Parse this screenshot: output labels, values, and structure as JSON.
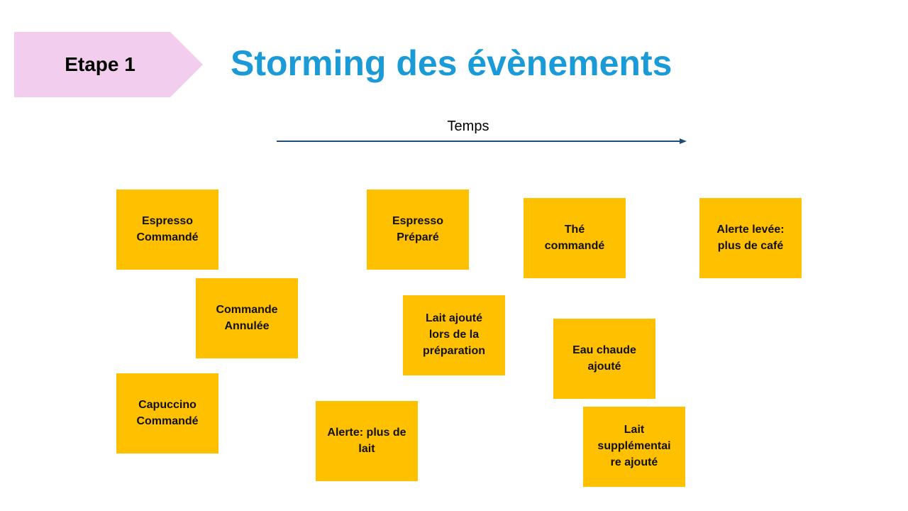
{
  "step": {
    "label": "Etape 1",
    "color": "#f2cdee"
  },
  "title": {
    "text": "Storming des évènements",
    "color": "#1a9ad6"
  },
  "timeline": {
    "label": "Temps",
    "color": "#1f4e79"
  },
  "sticky_color": "#ffc000",
  "events": [
    {
      "text": "Espresso\nCommandé"
    },
    {
      "text": "Commande\nAnnulée"
    },
    {
      "text": "Capuccino\nCommandé"
    },
    {
      "text": "Espresso\nPréparé"
    },
    {
      "text": "Lait ajouté\nlors de la\npréparation"
    },
    {
      "text": "Alerte: plus de\nlait"
    },
    {
      "text": "Thé\ncommandé"
    },
    {
      "text": "Eau chaude\najouté"
    },
    {
      "text": "Lait\nsupplémentai\nre ajouté"
    },
    {
      "text": "Alerte levée:\nplus de café"
    }
  ]
}
